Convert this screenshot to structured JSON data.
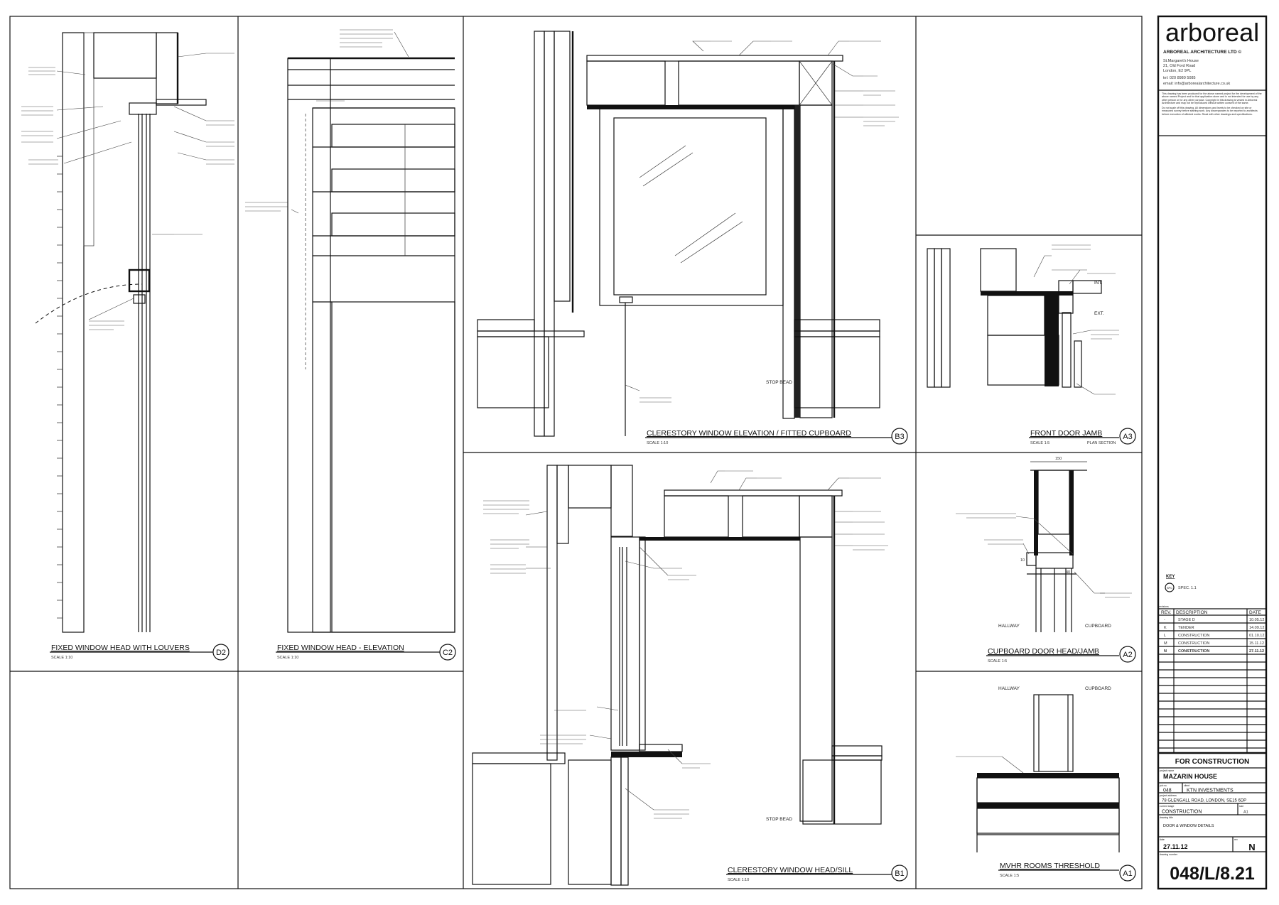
{
  "title_block": {
    "logo": "arboreal",
    "company": "ARBOREAL ARCHITECTURE LTD ©",
    "address_lines": [
      "St.Margaret's House",
      "21, Old Ford Road",
      "London, E2 9PL"
    ],
    "tel": "tel: 020 8980 5085",
    "email": "email: info@arborealarchitecture.co.uk",
    "notes": [
      "This drawing has been produced for the above named project for the development of the above named Project and for that application alone and is not intended for use by any other person or for any other purpose. Copyright in this drawing is vested in Arboreal Architecture and may not be reproduced without written consent of the same.",
      "Do not scale off this drawing. All dimensions and levels to be checked on site or measured survey before starting work. Any discrepancies to be reported to architects before execution of affected works. Read with other drawings and specifications."
    ],
    "key_label": "KEY",
    "key_symbol": "SPC",
    "key_text": "SPEC. 1.1",
    "revision_caption": "revisions",
    "revision_headers": [
      "REV.",
      "DESCRIPTION",
      "DATE"
    ],
    "revisions": [
      {
        "rev": "-",
        "desc": "STAGE D",
        "date": "10.05.12"
      },
      {
        "rev": "K",
        "desc": "TENDER",
        "date": "14.09.12"
      },
      {
        "rev": "L",
        "desc": "CONSTRUCTION",
        "date": "01.10.12"
      },
      {
        "rev": "M",
        "desc": "CONSTRUCTION",
        "date": "15.11.12"
      },
      {
        "rev": "N",
        "desc": "CONSTRUCTION",
        "date": "27.11.12"
      }
    ],
    "status": "FOR CONSTRUCTION",
    "project_caption": "project name",
    "project_name": "MAZARIN HOUSE",
    "job_no_caption": "job no.",
    "job_no": "048",
    "client_caption": "client",
    "client": "KTN INVESTMENTS",
    "address_caption": "project address",
    "project_address": "78 GLENGALL ROAD, LONDON, SE15 6DP",
    "stage_caption": "current stage",
    "stage": "CONSTRUCTION",
    "size_caption": "size",
    "size": "A1",
    "drawing_caption": "drawing title",
    "drawing_title": "DOOR & WINDOW DETAILS",
    "date_caption": "date",
    "date": "27.11.12",
    "rev_caption": "rev",
    "rev": "N",
    "number_caption": "drawing number",
    "drawing_number": "048/L/8.21"
  },
  "details": [
    {
      "id": "D2",
      "title": "FIXED WINDOW HEAD WITH LOUVERS",
      "scale": "SCALE 1:10"
    },
    {
      "id": "C2",
      "title": "FIXED WINDOW HEAD - ELEVATION",
      "scale": "SCALE 1:10"
    },
    {
      "id": "B3",
      "title": "CLERESTORY WINDOW  ELEVATION / FITTED CUPBOARD",
      "scale": "SCALE 1:10"
    },
    {
      "id": "A3",
      "title": "FRONT DOOR JAMB",
      "scale": "SCALE 1:5",
      "note": "PLAN SECTION"
    },
    {
      "id": "A2",
      "title": "CUPBOARD DOOR HEAD/JAMB",
      "scale": "SCALE 1:5"
    },
    {
      "id": "B1",
      "title": "CLERESTORY WINDOW  HEAD/SILL",
      "scale": "SCALE 1:10"
    },
    {
      "id": "A1",
      "title": "MVHR ROOMS THRESHOLD",
      "scale": "SCALE 1:5"
    }
  ],
  "labels": {
    "stop_bead": "STOP BEAD",
    "hallway": "HALLWAY",
    "cupboard": "CUPBOARD",
    "int": "INT.",
    "ext": "EXT.",
    "dim_150": "150",
    "dim_40": "40",
    "dim_10": "10"
  }
}
